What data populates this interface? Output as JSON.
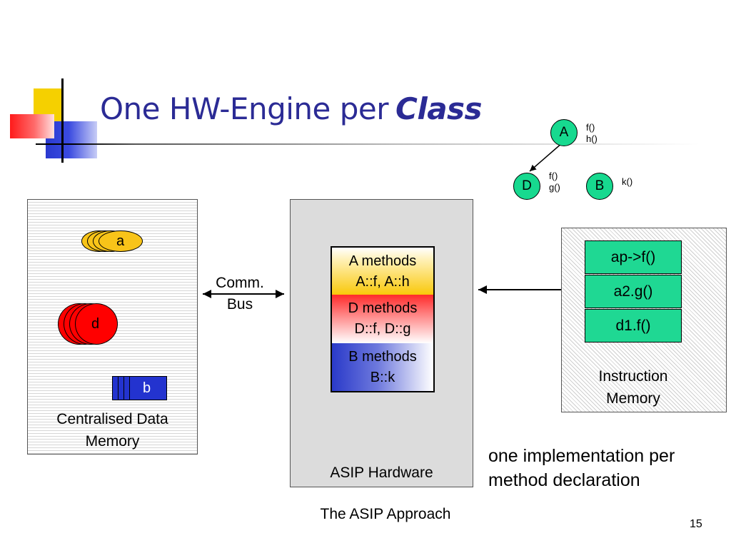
{
  "title": {
    "main": "One HW-Engine per",
    "emphasis": "Class"
  },
  "hierarchy": {
    "a": {
      "label": "A",
      "methods": [
        "f()",
        "h()"
      ]
    },
    "d": {
      "label": "D",
      "methods": [
        "f()",
        "g()"
      ]
    },
    "b": {
      "label": "B",
      "methods": [
        "k()"
      ]
    }
  },
  "data_memory": {
    "label": [
      "Centralised Data",
      "Memory"
    ],
    "objects": {
      "a": "a",
      "d": "d",
      "b": "b"
    }
  },
  "bus": {
    "label": [
      "Comm.",
      "Bus"
    ]
  },
  "asip": {
    "label": "ASIP Hardware",
    "method_groups": [
      {
        "title": "A methods",
        "items": "A::f, A::h"
      },
      {
        "title": "D methods",
        "items": "D::f, D::g"
      },
      {
        "title": "B methods",
        "items": "B::k"
      }
    ]
  },
  "instruction_memory": {
    "label": [
      "Instruction",
      "Memory"
    ],
    "instructions": [
      "ap->f()",
      "a2.g()",
      "d1.f()"
    ]
  },
  "note": [
    "one implementation per",
    "method declaration"
  ],
  "caption": "The ASIP Approach",
  "page_number": "15",
  "colors": {
    "title": "#2b2b95",
    "node": "#17d98f",
    "object_a": "#f8c419",
    "object_d": "#ff0000",
    "object_b": "#2333cf"
  }
}
